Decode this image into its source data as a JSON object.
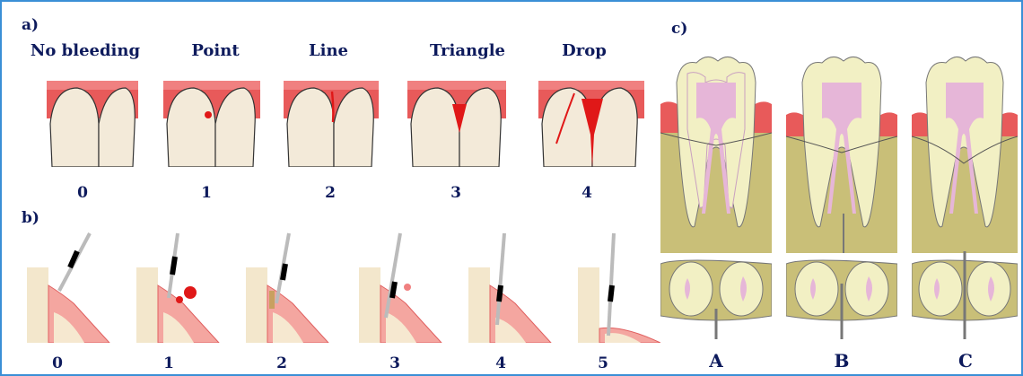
{
  "panel_a": {
    "label": "a)",
    "categories": [
      "No bleeding",
      "Point",
      "Line",
      "Triangle",
      "Drop"
    ],
    "scores": [
      "0",
      "1",
      "2",
      "3",
      "4"
    ]
  },
  "panel_b": {
    "label": "b)",
    "scores": [
      "0",
      "1",
      "2",
      "3",
      "4",
      "5"
    ]
  },
  "panel_c": {
    "label": "c)",
    "labels": [
      "A",
      "B",
      "C"
    ]
  },
  "colors": {
    "frame": "#3a8fd6",
    "label_text": "#0d1a5c",
    "gingiva": "#e85a5a",
    "blood": "#e01818",
    "enamel": "#f3ead9",
    "bone": "#c9bf78",
    "pulp": "#e6b6d8",
    "dentin": "#f2f0c4"
  }
}
